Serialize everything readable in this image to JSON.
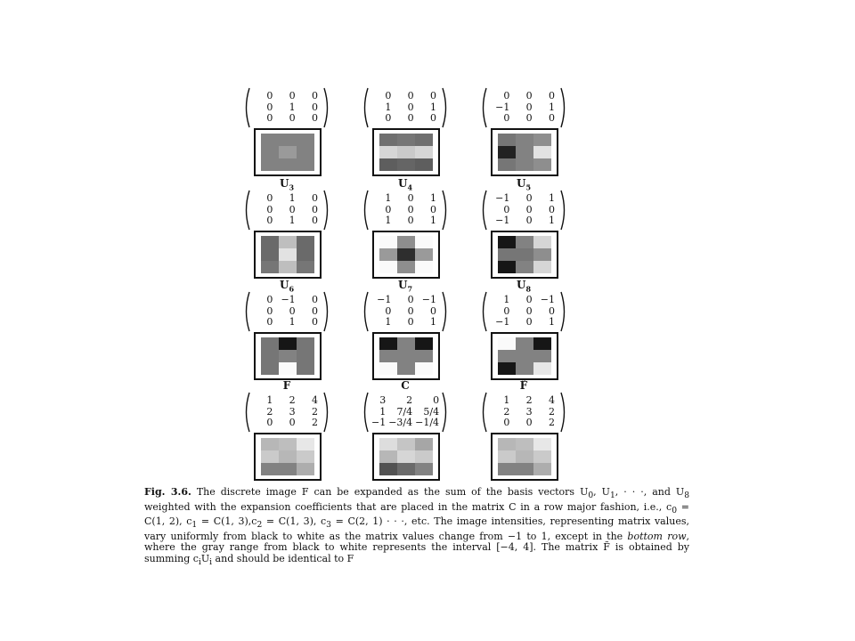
{
  "figure": {
    "cells": [
      {
        "label": "",
        "label_sub": "",
        "matrix": [
          "0",
          "0",
          "0",
          "0",
          "1",
          "0",
          "0",
          "0",
          "0"
        ],
        "pixels": [
          0.5,
          0.5,
          0.5,
          0.5,
          0.6,
          0.5,
          0.5,
          0.5,
          0.5
        ]
      },
      {
        "label": "",
        "label_sub": "",
        "matrix": [
          "0",
          "0",
          "0",
          "1",
          "0",
          "1",
          "0",
          "0",
          "0"
        ],
        "pixels": [
          0.42,
          0.45,
          0.42,
          0.85,
          0.8,
          0.85,
          0.35,
          0.38,
          0.35
        ]
      },
      {
        "label": "",
        "label_sub": "",
        "matrix": [
          "0",
          "0",
          "0",
          "−1",
          "0",
          "1",
          "0",
          "0",
          "0"
        ],
        "pixels": [
          0.45,
          0.5,
          0.55,
          0.1,
          0.5,
          0.9,
          0.45,
          0.5,
          0.55
        ]
      },
      {
        "label": "U",
        "label_sub": "3",
        "matrix": [
          "0",
          "1",
          "0",
          "0",
          "0",
          "0",
          "0",
          "1",
          "0"
        ],
        "pixels": [
          0.4,
          0.75,
          0.4,
          0.4,
          0.9,
          0.4,
          0.45,
          0.75,
          0.45
        ]
      },
      {
        "label": "U",
        "label_sub": "4",
        "matrix": [
          "1",
          "0",
          "1",
          "0",
          "0",
          "0",
          "1",
          "0",
          "1"
        ],
        "pixels": [
          1,
          0.55,
          1,
          0.6,
          0.15,
          0.6,
          1,
          0.55,
          1
        ]
      },
      {
        "label": "U",
        "label_sub": "5",
        "matrix": [
          "−1",
          "0",
          "1",
          "0",
          "0",
          "0",
          "−1",
          "0",
          "1"
        ],
        "pixels": [
          0.05,
          0.5,
          0.85,
          0.45,
          0.45,
          0.55,
          0.05,
          0.5,
          0.85
        ]
      },
      {
        "label": "U",
        "label_sub": "6",
        "matrix": [
          "0",
          "−1",
          "0",
          "0",
          "0",
          "0",
          "0",
          "1",
          "0"
        ],
        "pixels": [
          0.45,
          0.05,
          0.45,
          0.45,
          0.5,
          0.45,
          0.45,
          1,
          0.45
        ]
      },
      {
        "label": "U",
        "label_sub": "7",
        "matrix": [
          "−1",
          "0",
          "−1",
          "0",
          "0",
          "0",
          "1",
          "0",
          "1"
        ],
        "pixels": [
          0.05,
          0.5,
          0.05,
          0.5,
          0.5,
          0.5,
          1,
          0.5,
          1
        ]
      },
      {
        "label": "U",
        "label_sub": "8",
        "matrix": [
          "1",
          "0",
          "−1",
          "0",
          "0",
          "0",
          "−1",
          "0",
          "1"
        ],
        "pixels": [
          1,
          0.5,
          0.05,
          0.5,
          0.5,
          0.5,
          0.05,
          0.5,
          0.92
        ]
      },
      {
        "label": "F",
        "label_sub": "",
        "matrix": [
          "1",
          "2",
          "4",
          "2",
          "3",
          "2",
          "0",
          "0",
          "2"
        ],
        "pixels": [
          0.72,
          0.75,
          0.92,
          0.8,
          0.72,
          0.8,
          0.5,
          0.5,
          0.68
        ]
      },
      {
        "label": "C",
        "label_sub": "",
        "matrix": [
          "3",
          "2",
          "0",
          "1",
          "7/4",
          "5/4",
          "−1",
          "−3/4",
          "−1/4"
        ],
        "pixels": [
          0.88,
          0.78,
          0.65,
          0.72,
          0.85,
          0.8,
          0.3,
          0.4,
          0.5
        ]
      },
      {
        "label": "F̃",
        "label_sub": "",
        "matrix": [
          "1",
          "2",
          "4",
          "2",
          "3",
          "2",
          "0",
          "0",
          "2"
        ],
        "pixels": [
          0.72,
          0.75,
          0.92,
          0.8,
          0.72,
          0.8,
          0.5,
          0.5,
          0.68
        ]
      }
    ],
    "caption": {
      "fig_label": "Fig. 3.6.",
      "line1": "The discrete image F can be expanded as the sum of the basis vectors U",
      "sub0": "0",
      "line1b": ", U",
      "sub1": "1",
      "line1c": ",",
      "line2": "· · ·, and U",
      "sub8": "8",
      "line2b": " weighted with the expansion coefficients that are placed in the matrix C in a",
      "line3": "row major fashion, i.e., c",
      "line3b": " = C(1, 2), c",
      "line3c": " = C(1, 3),c",
      "line3d": " = C(1, 3), c",
      "line3e": " = C(2, 1)   · · ·,",
      "line4": "etc. The image intensities, representing matrix values, vary uniformly from black to white as",
      "line5": "the matrix values change from −1 to 1, except in the ",
      "line5i": "bottom row",
      "line5b": ", where the gray range from",
      "line6": "black to white represents the interval [−4, 4]. The matrix F̃ is obtained by summing c",
      "line6b": "U",
      "line6c": " and",
      "line7": "should be identical to F",
      "s_c0": "0",
      "s_c1": "1",
      "s_c2": "2",
      "s_c3": "3",
      "s_ci": "i",
      "s_ui": "i"
    }
  }
}
